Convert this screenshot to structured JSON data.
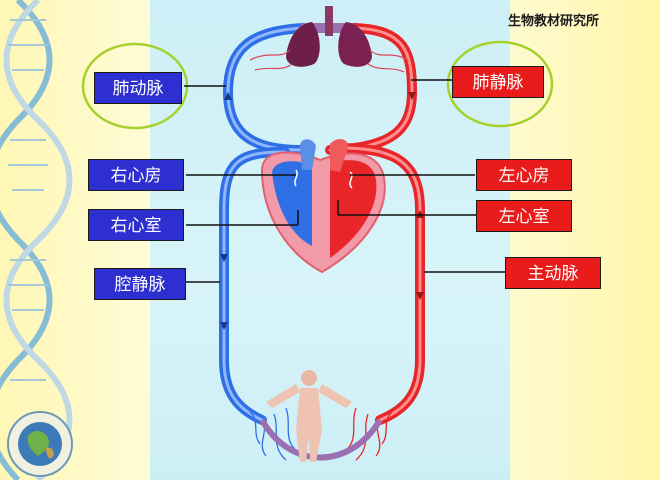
{
  "brand": "生物教材研究所",
  "labels": {
    "pulmonary_artery": "肺动脉",
    "pulmonary_vein": "肺静脉",
    "right_atrium": "右心房",
    "left_atrium": "左心房",
    "right_ventricle": "右心室",
    "left_ventricle": "左心室",
    "vena_cava": "腔静脉",
    "aorta": "主动脉"
  },
  "colors": {
    "deoxygenated": "#2f6fe6",
    "oxygenated": "#e8262a",
    "label_blue": "#2d2fd0",
    "label_red": "#ea1b1b",
    "highlight_ring": "#a6d12c"
  }
}
